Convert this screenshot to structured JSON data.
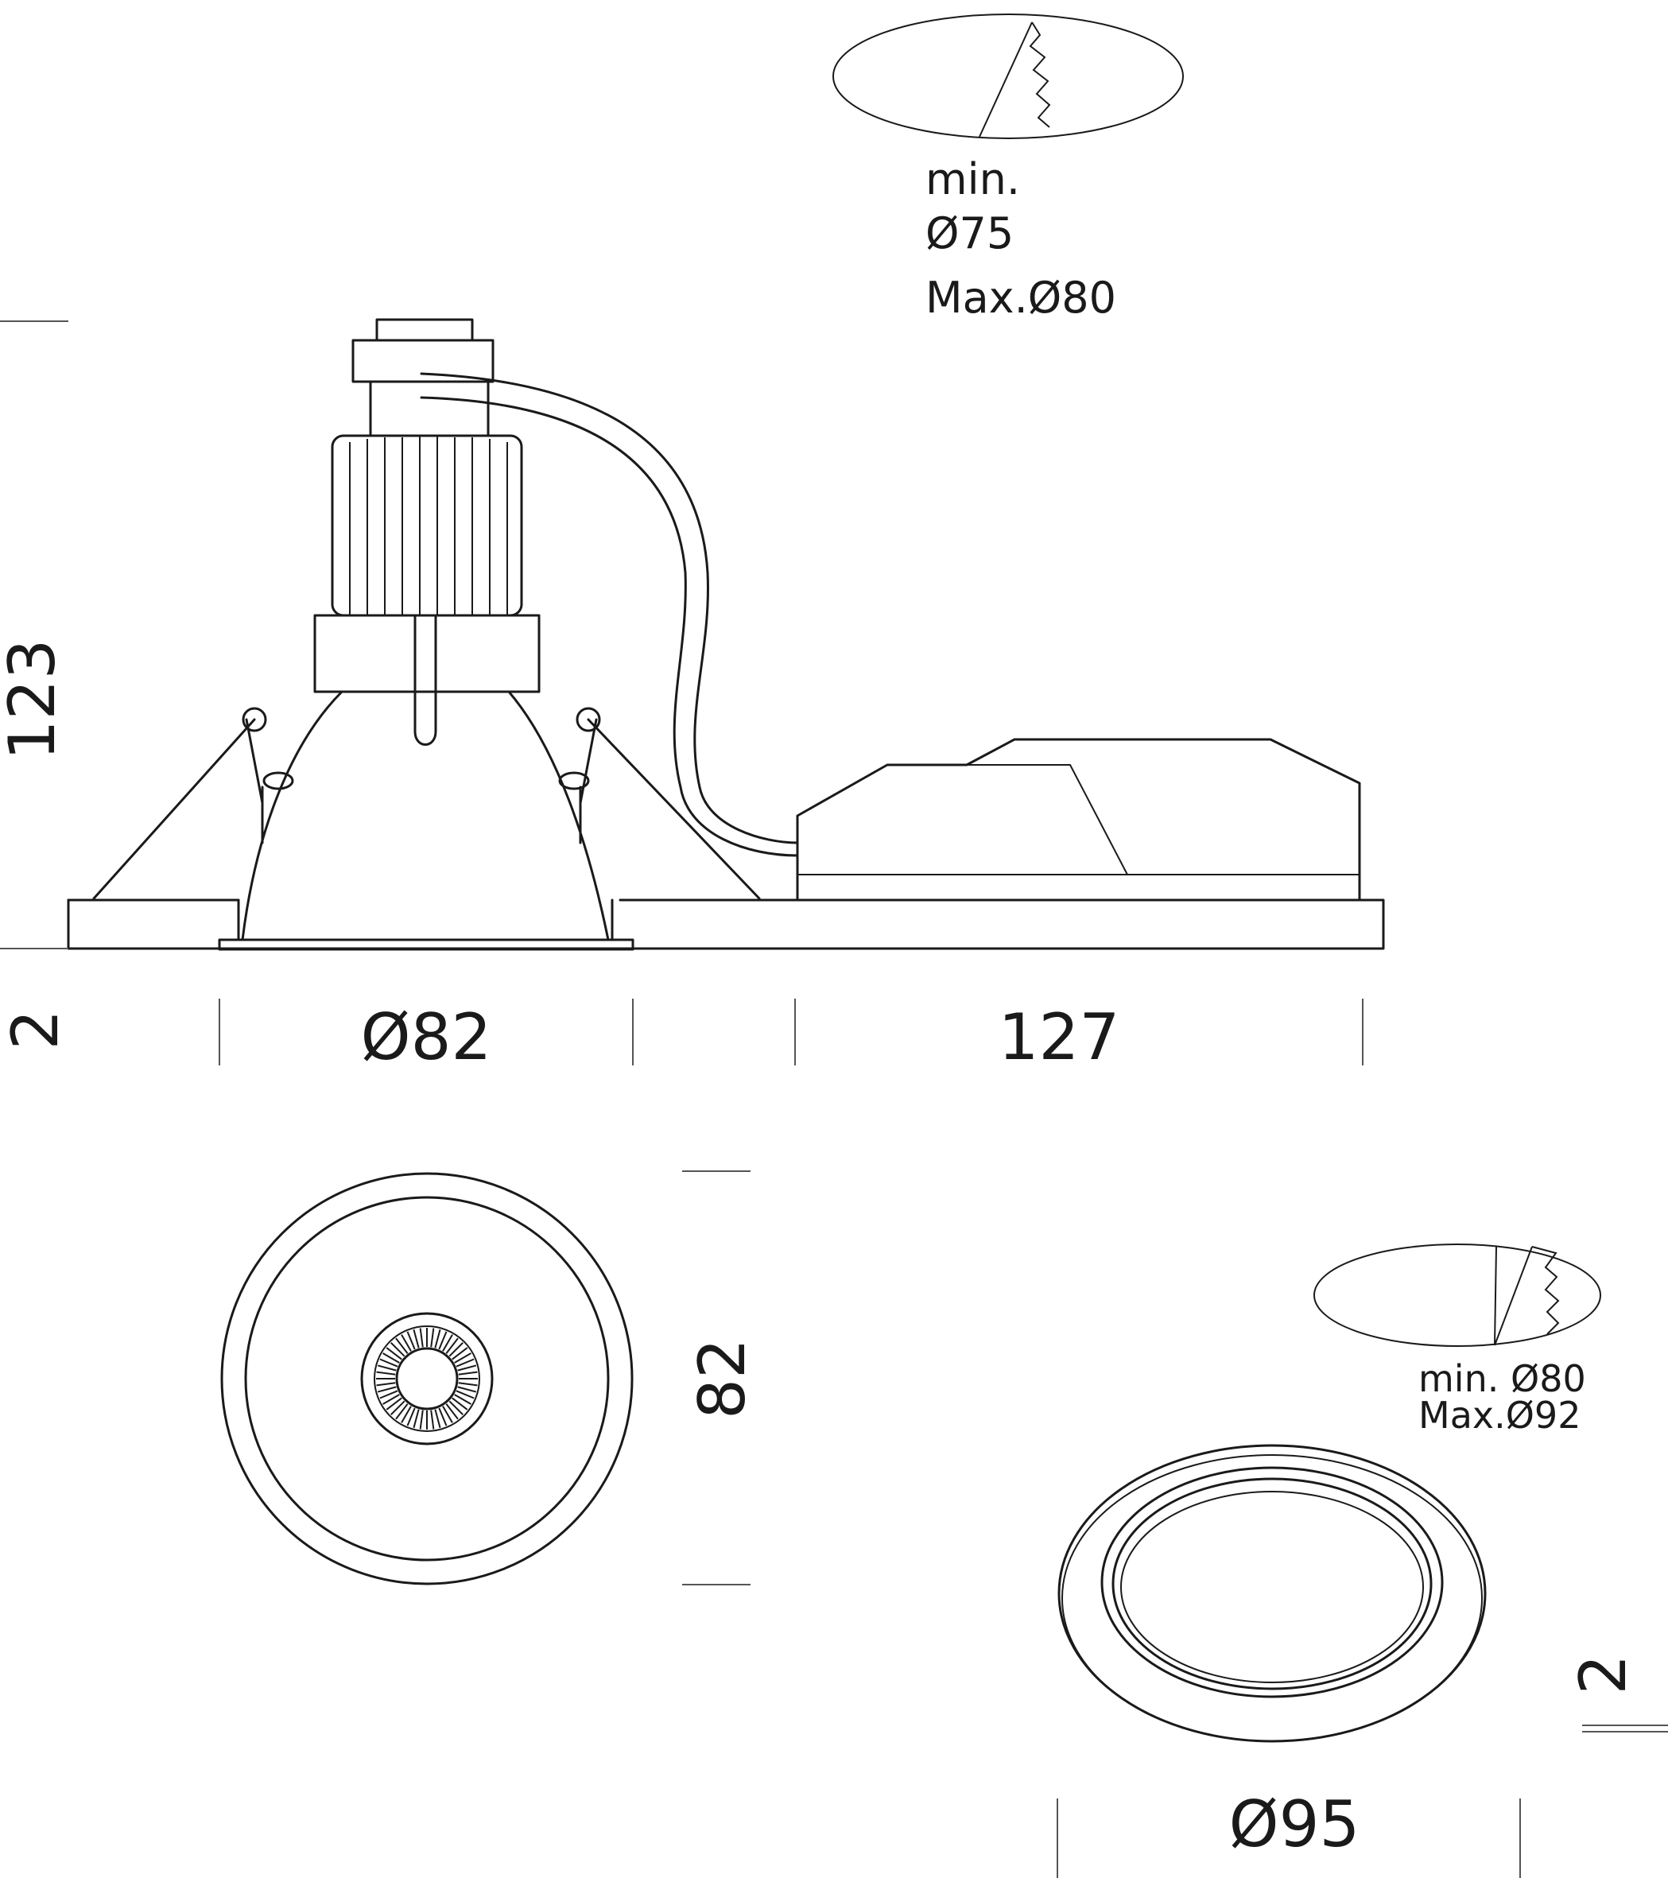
{
  "cutout_note_top": {
    "line1": "min.",
    "line2": "Ø75",
    "line3": "Max.Ø80"
  },
  "cutout_note_bottom": {
    "line1": "min. Ø80",
    "line2": "Max.Ø92"
  },
  "dimensions": {
    "height": "123",
    "trim_thickness": "2",
    "diameter_front": "Ø82",
    "driver_length": "127",
    "plan_diameter": "82",
    "trim_thickness_ring": "2",
    "ring_diameter": "Ø95"
  },
  "icons": {
    "ceiling_cutout_top": "ceiling-cutout-icon",
    "ceiling_cutout_bottom": "ceiling-cutout-icon",
    "luminaire_side": "downlight-side-view",
    "luminaire_plan": "downlight-plan-view",
    "trim_ring": "trim-ring-view"
  }
}
